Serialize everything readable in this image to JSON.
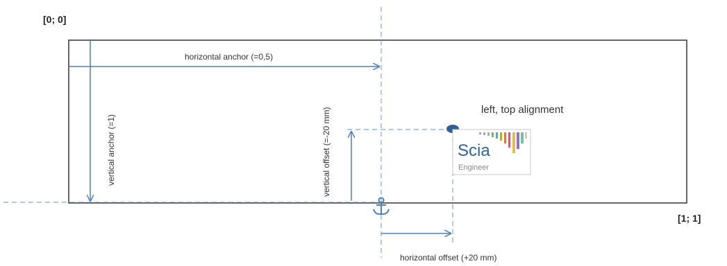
{
  "labels": {
    "corner_top_left": "[0; 0]",
    "corner_bottom_right": "[1; 1]",
    "horizontal_anchor": "horizontal anchor (=0,5)",
    "vertical_anchor": "vertical anchor (=1)",
    "vertical_offset": "vertical offset (=-20 mm)",
    "horizontal_offset": "horizontal offset (+20 mm)",
    "alignment": "left, top alignment"
  },
  "logo": {
    "main_text": "Scia",
    "sub_text": "Engineer"
  },
  "colors": {
    "frame": "#333333",
    "arrow": "#4a7fc0",
    "dashed": "#7fa6d6",
    "marker": "#2f5f96"
  },
  "icons": [
    "anchor-icon",
    "alignment-point-icon",
    "scia-engineer-logo"
  ]
}
